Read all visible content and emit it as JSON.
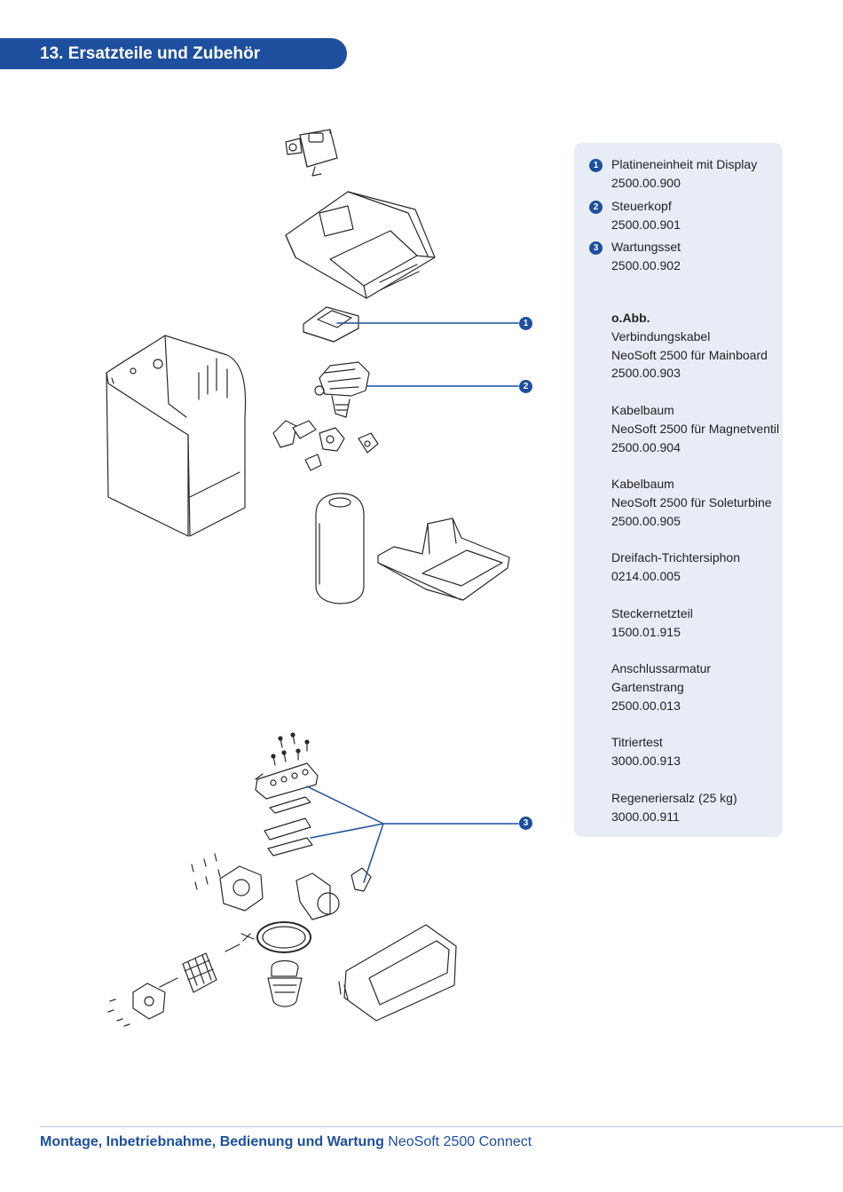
{
  "header": {
    "section_title": "13. Ersatzteile und Zubehör"
  },
  "callouts": [
    {
      "number": "1"
    },
    {
      "number": "2"
    },
    {
      "number": "3"
    }
  ],
  "numbered_parts": [
    {
      "number": "1",
      "name": "Platineneinheit mit Display",
      "article": "2500.00.900"
    },
    {
      "number": "2",
      "name": "Steuerkopf",
      "article": "2500.00.901"
    },
    {
      "number": "3",
      "name": "Wartungsset",
      "article": "2500.00.902"
    }
  ],
  "accessories_heading": "o.Abb.",
  "accessories": [
    {
      "line1": "Verbindungskabel",
      "line2": "NeoSoft 2500 für Mainboard",
      "article": "2500.00.903"
    },
    {
      "line1": "Kabelbaum",
      "line2": "NeoSoft 2500 für Magnetventil",
      "article": "2500.00.904"
    },
    {
      "line1": "Kabelbaum",
      "line2": "NeoSoft 2500 für Soleturbine",
      "article": "2500.00.905"
    },
    {
      "line1": "Dreifach-Trichtersiphon",
      "article": "0214.00.005"
    },
    {
      "line1": "Steckernetzteil",
      "article": "1500.01.915"
    },
    {
      "line1": "Anschlussarmatur",
      "line2": "Gartenstrang",
      "article": "2500.00.013"
    },
    {
      "line1": "Titriertest",
      "article": "3000.00.913"
    },
    {
      "line1": "Regeneriersalz (25 kg)",
      "article": "3000.00.911"
    }
  ],
  "footer": {
    "bold_text": "Montage, Inbetriebnahme, Bedienung und Wartung",
    "product": "NeoSoft 2500 Connect"
  },
  "colors": {
    "brand_blue": "#1d4f9e",
    "panel_background": "#e8ecf6"
  }
}
